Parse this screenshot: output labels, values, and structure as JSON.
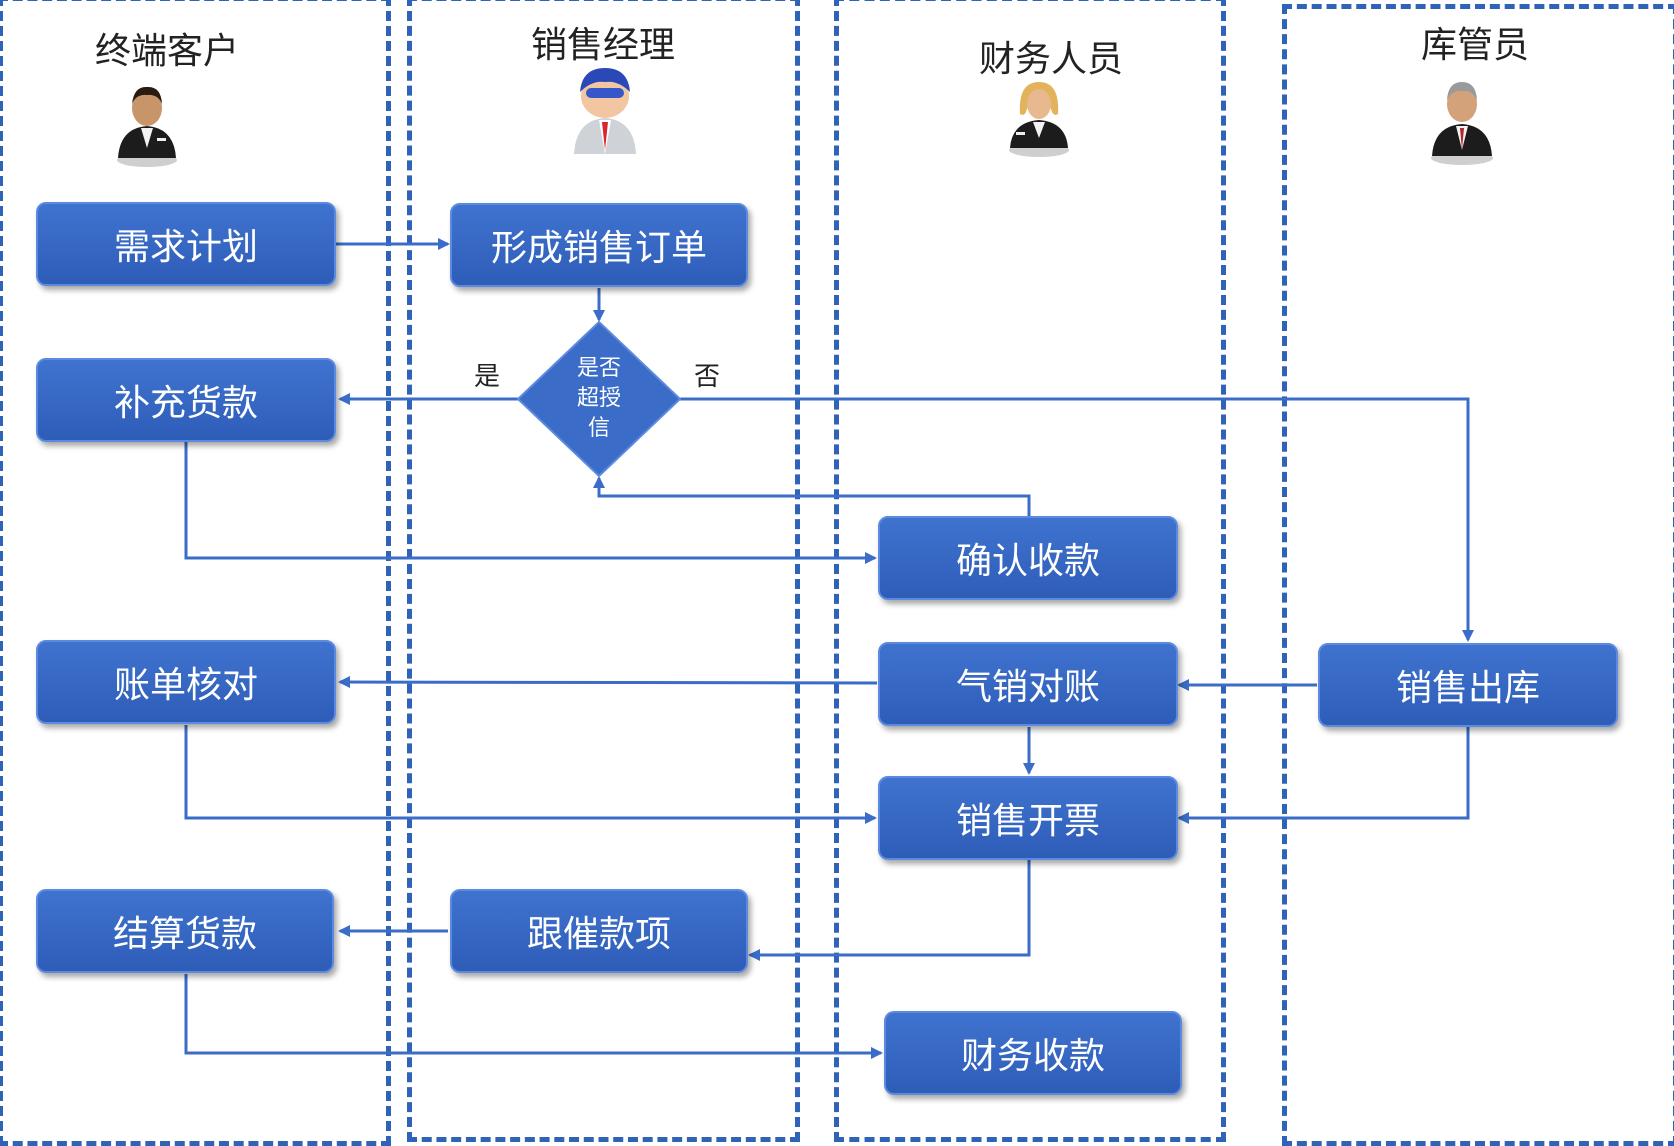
{
  "lanes": {
    "customer": "终端客户",
    "sales_manager": "销售经理",
    "finance": "财务人员",
    "warehouse": "库管员"
  },
  "nodes": {
    "demand_plan": "需求计划",
    "create_order": "形成销售订单",
    "decision": [
      "是否",
      "超授",
      "信"
    ],
    "supplement_payment": "补充货款",
    "confirm_receipt": "确认收款",
    "bill_check": "账单核对",
    "consign_reconcile": "气销对账",
    "sales_outbound": "销售出库",
    "sales_invoice": "销售开票",
    "settle_payment": "结算货款",
    "follow_up": "跟催款项",
    "finance_receipt": "财务收款"
  },
  "edge_labels": {
    "yes": "是",
    "no": "否"
  },
  "colors": {
    "lane_border": "#2f63b8",
    "node_fill": "#3a6cc8",
    "arrow": "#3a6cc8"
  },
  "icons": [
    "person-customer-icon",
    "person-sales-manager-icon",
    "person-finance-icon",
    "person-warehouse-icon"
  ]
}
